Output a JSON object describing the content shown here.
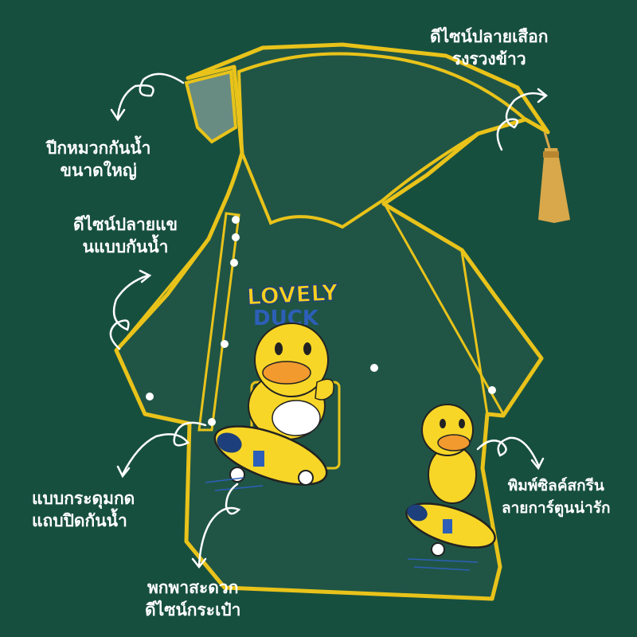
{
  "colors": {
    "background": "#174f3f",
    "outline": "#e9c31a",
    "duck_yellow": "#f7d627",
    "beak_orange": "#f29a2e",
    "logo_yellow": "#f4d11d",
    "logo_blue": "#2d5fb8",
    "tassel": "#d9a84a",
    "text": "#ffffff"
  },
  "graphic": {
    "logo_line1": "LOVELY",
    "logo_line2": "DUCK"
  },
  "labels": {
    "hood": [
      "ปีกหมวกกันน้ำ",
      "ขนาดใหญ่"
    ],
    "tassel": [
      "ดีไซน์ปลายเสือก",
      "รงรวงข้าว"
    ],
    "sleeve": [
      "ดีไซน์ปลายแข",
      "นแบบกันน้ำ"
    ],
    "buttons": [
      "แบบกระดุมกด",
      "แถบปิดกันน้ำ"
    ],
    "bag": [
      "พกพาสะดวก",
      "ดีไซน์กระเป๋า"
    ],
    "print": [
      "พิมพ์ซิลค์สกรีน",
      "ลายการ์ตูนน่ารัก"
    ]
  },
  "icons": [
    "curved-arrow-icon"
  ]
}
